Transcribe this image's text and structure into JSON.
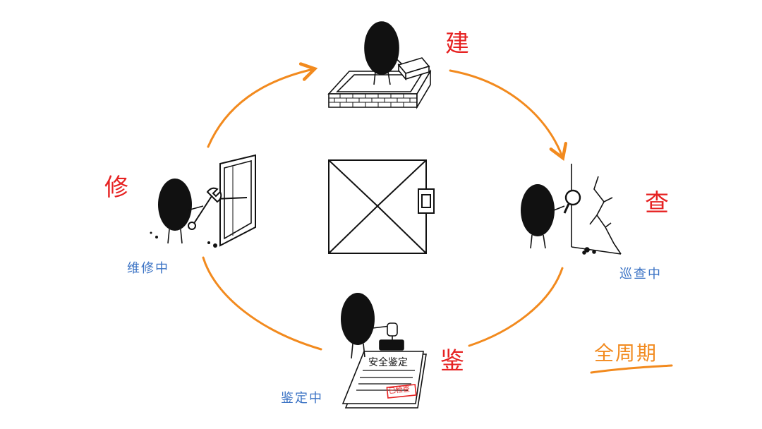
{
  "colors": {
    "arrow": "#F28A1E",
    "stage": "#E62222",
    "status": "#3A72C4",
    "ink": "#111111"
  },
  "stages": {
    "build": "建",
    "inspect": "查",
    "appraise": "鉴",
    "repair": "修"
  },
  "statuses": {
    "inspecting": "巡查中",
    "appraising": "鉴定中",
    "repairing": "维修中"
  },
  "document": {
    "title": "安全鉴定",
    "stamp": "已检查"
  },
  "lifecycle": {
    "label": "全周期"
  },
  "icons": [
    "center-building-icon",
    "brick-wall-icon",
    "cracked-wall-icon",
    "magnifier-icon",
    "wrench-icon",
    "window-icon",
    "stamp-icon",
    "document-icon"
  ]
}
